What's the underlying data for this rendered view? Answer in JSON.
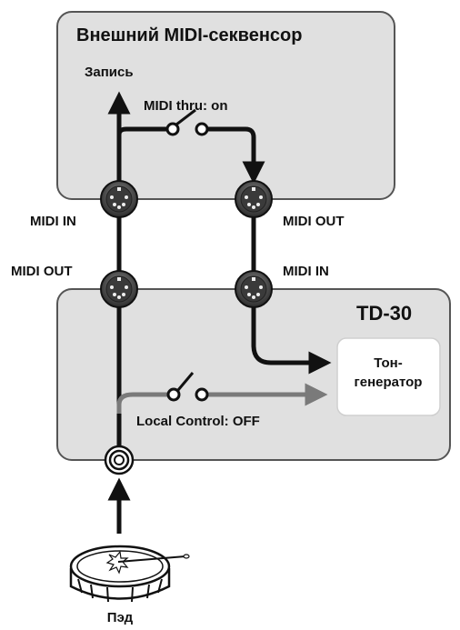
{
  "external_sequencer": {
    "title": "Внешний MIDI-секвенсор",
    "record_label": "Запись",
    "midi_thru_label": "MIDI thru: on",
    "midi_in_label": "MIDI IN",
    "midi_out_label": "MIDI OUT"
  },
  "td30": {
    "title": "TD-30",
    "midi_out_label": "MIDI OUT",
    "midi_in_label": "MIDI IN",
    "sound_generator_line1": "Тон-",
    "sound_generator_line2": "генератор",
    "local_control_label": "Local Control: OFF"
  },
  "pad_label": "Пэд",
  "colors": {
    "box_fill": "#e0e0e0",
    "box_stroke": "#555555",
    "signal_line": "#111111",
    "local_control_line": "#7a7a7a"
  }
}
